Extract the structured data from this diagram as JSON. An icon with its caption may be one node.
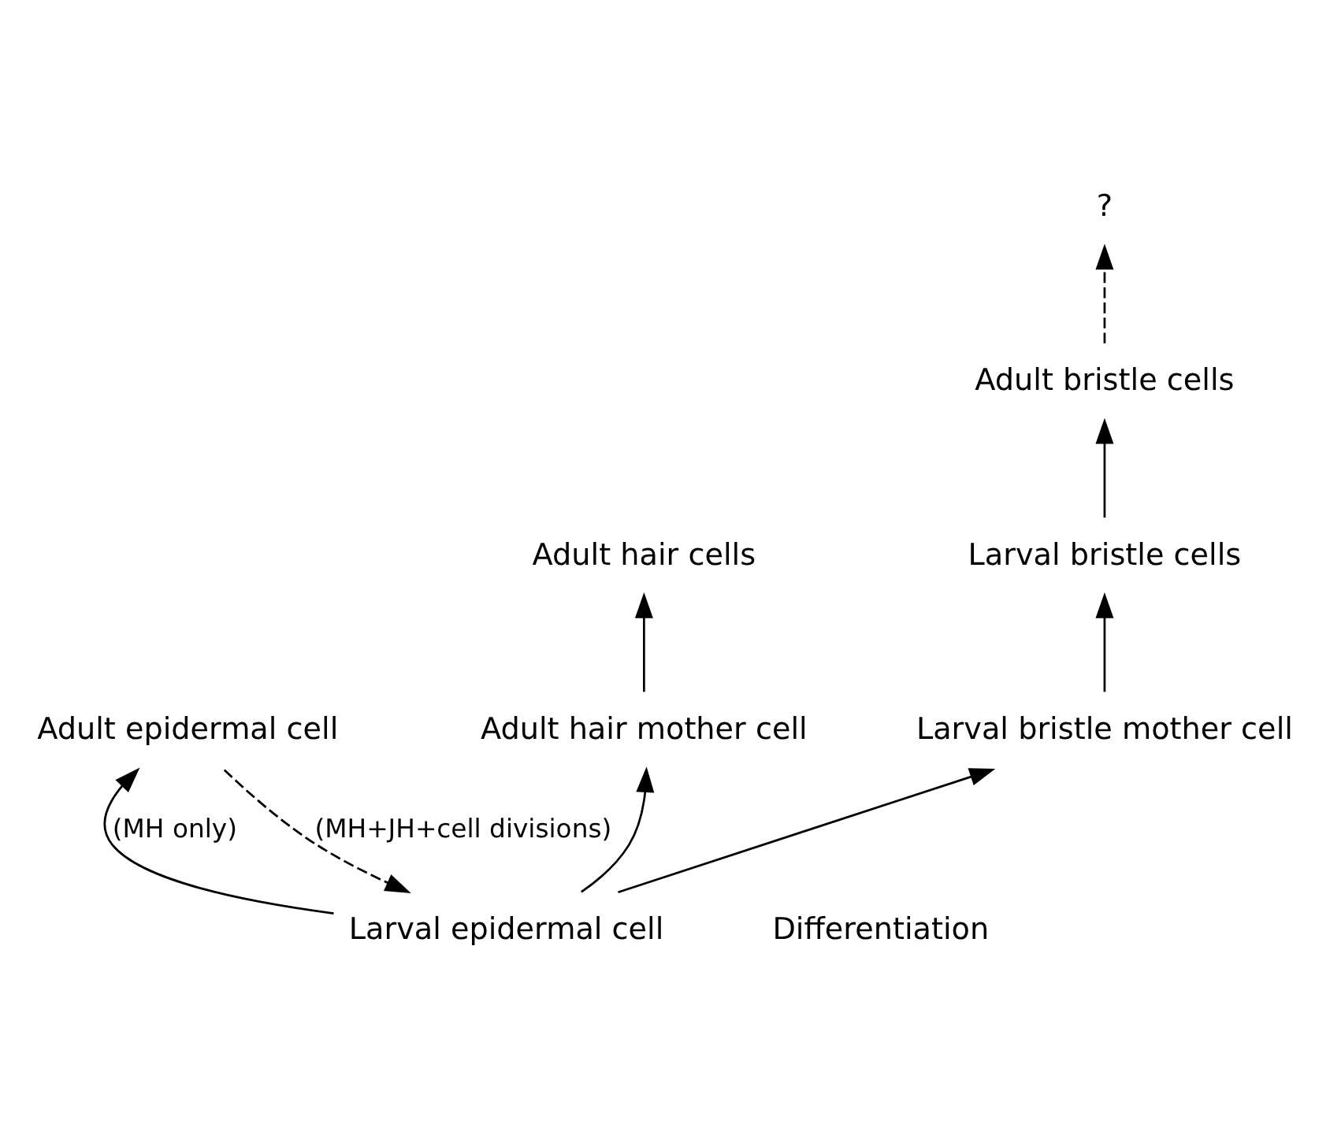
{
  "diagram": {
    "nodes": [
      {
        "text": [
          "Adult bristle cells"
        ]
      },
      {
        "text": [
          "Adult hair cells"
        ]
      },
      {
        "text": [
          "Adult hair mother cell"
        ]
      },
      {
        "text": [
          "?"
        ]
      },
      {
        "text": [
          "Adult epidermal cell"
        ]
      },
      {
        "text": [
          "Larval bristle cells"
        ]
      },
      {
        "text": [
          "Larval bristle mother cell"
        ]
      },
      {
        "text": [
          "Larval epidermal cell"
        ]
      }
    ],
    "edges": [
      {
        "from": 7,
        "to": 4,
        "arrow": "to",
        "label": "(MH only)"
      },
      {
        "from": 4,
        "to": 7,
        "arrow": "to",
        "style": "dashed",
        "label": "(MH+JH+cell divisions)"
      },
      {
        "from": 7,
        "to": 6,
        "arrow": "to"
      },
      {
        "from": 7,
        "to": 2,
        "arrow": "to"
      },
      {
        "from": 6,
        "to": 5,
        "arrow": "to"
      },
      {
        "from": 5,
        "to": 0,
        "arrow": "to"
      },
      {
        "from": 0,
        "to": 3,
        "arrow": "to",
        "style": "dashed"
      },
      {
        "from": 2,
        "to": 1,
        "arrow": "to"
      }
    ],
    "labels": [
      "Differentiation"
    ]
  }
}
